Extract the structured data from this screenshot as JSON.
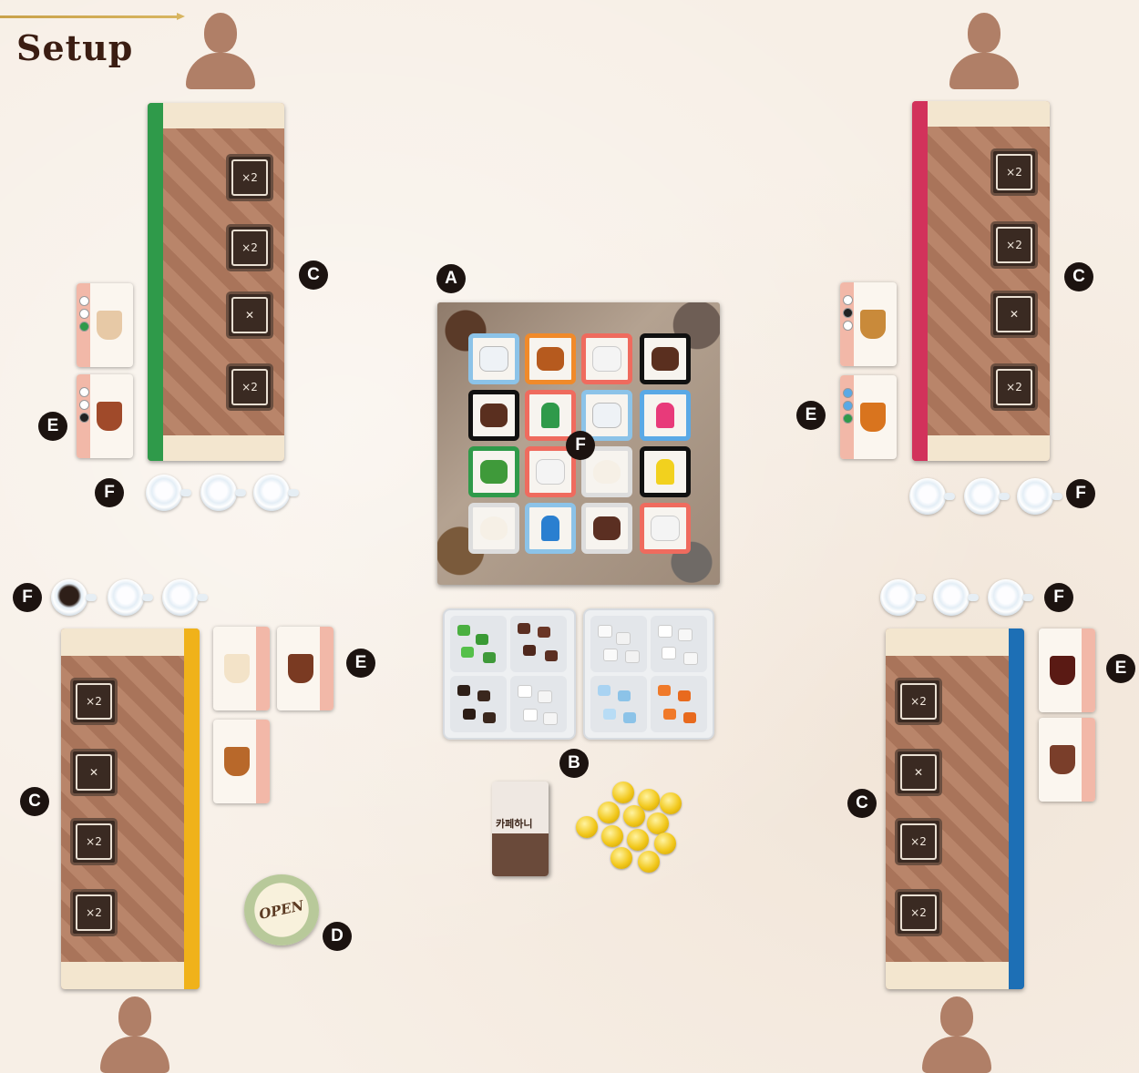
{
  "page": {
    "title": "Setup"
  },
  "labels": {
    "A": "A",
    "B": "B",
    "C": "C",
    "D": "D",
    "E": "E",
    "F": "F"
  },
  "open_token": {
    "text": "OPEN"
  },
  "deck": {
    "title": "카페하니"
  },
  "colors": {
    "green_player": "#2f9a4a",
    "pink_player": "#d2325b",
    "yellow_player": "#f0b21a",
    "blue_player": "#1d6fb5",
    "label_bg": "#1c1310",
    "silhouette": "#b07f67"
  },
  "icons": {
    "cup": "coffee-cup-icon",
    "coin": "coin-icon",
    "player": "player-silhouette-icon"
  }
}
